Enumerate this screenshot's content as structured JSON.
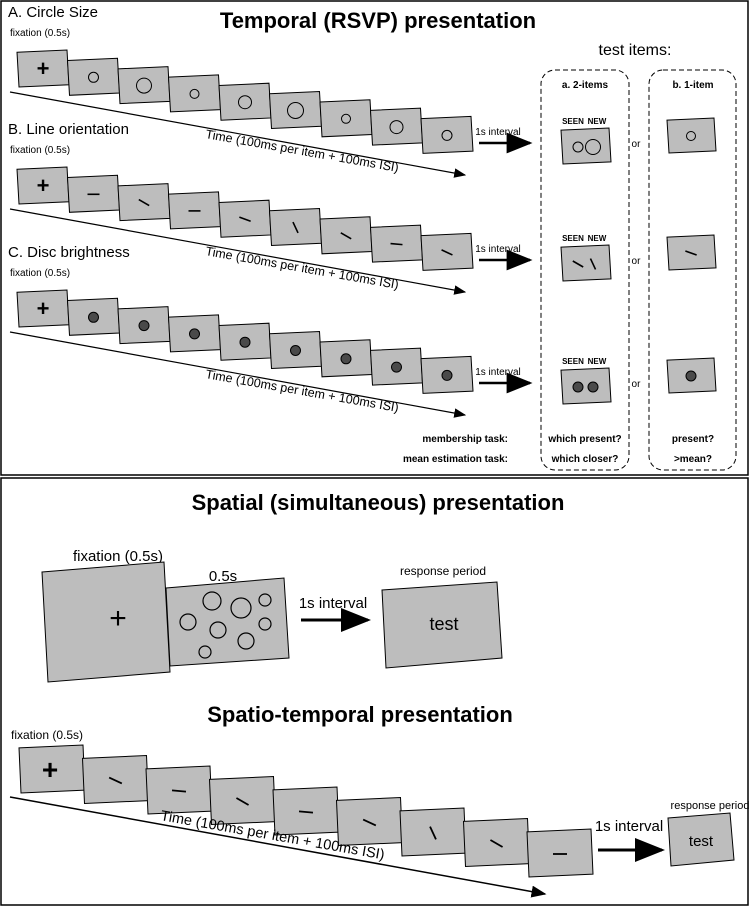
{
  "top": {
    "title": "Temporal (RSVP) presentation",
    "test_items_label": "test items:",
    "option_a_label": "a. 2-items",
    "option_b_label": "b. 1-item",
    "or_label": "or",
    "interval_label": "1s interval",
    "fixation_label": "fixation (0.5s)",
    "time_label": "Time (100ms per item + 100ms ISI)",
    "seen_label": "SEEN",
    "new_label": "NEW",
    "rows": [
      {
        "label": "A. Circle Size",
        "type": "circle"
      },
      {
        "label": "B. Line orientation",
        "type": "line"
      },
      {
        "label": "C. Disc brightness",
        "type": "disc"
      }
    ],
    "membership_task": "membership task:",
    "mean_task": "mean estimation task:",
    "a_q1": "which present?",
    "a_q2": "which closer?",
    "b_q1": "present?",
    "b_q2": ">mean?"
  },
  "spatial": {
    "title": "Spatial (simultaneous) presentation",
    "fixation_label": "fixation (0.5s)",
    "stim_label": "0.5s",
    "interval_label": "1s interval",
    "response_label": "response period",
    "test_text": "test"
  },
  "spatiotemporal": {
    "title": "Spatio-temporal presentation",
    "fixation_label": "fixation (0.5s)",
    "time_label": "Time (100ms per item + 100ms ISI)",
    "interval_label": "1s interval",
    "response_label": "response period",
    "test_text": "test"
  },
  "colors": {
    "slide": "#bdbdbd",
    "disc": "#4a4a4a"
  }
}
